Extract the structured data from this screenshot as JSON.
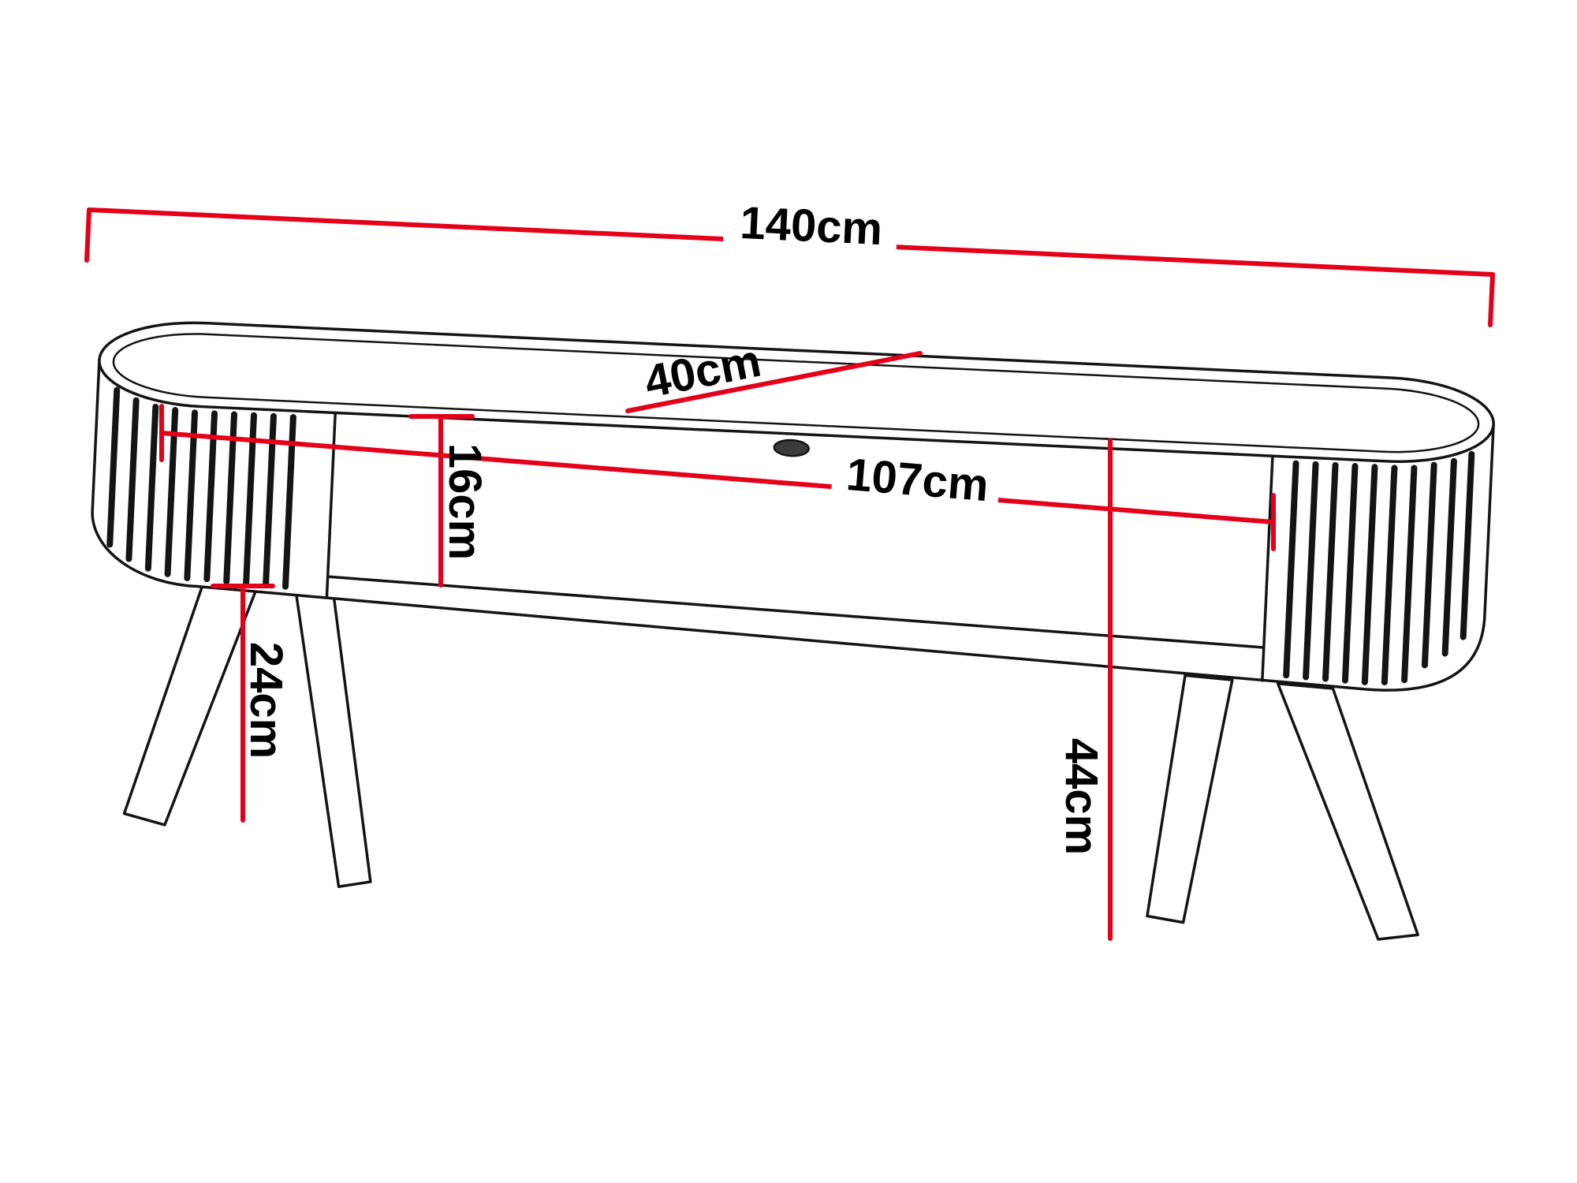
{
  "diagram": {
    "type": "furniture-dimension-drawing",
    "subject": "oval-tv-bench-with-slatted-ends-and-splayed-legs",
    "unit": "cm",
    "dimensions": {
      "overall_width": {
        "label": "140cm",
        "value": 140
      },
      "depth": {
        "label": "40cm",
        "value": 40
      },
      "shelf_width": {
        "label": "107cm",
        "value": 107
      },
      "shelf_opening_height": {
        "label": "16cm",
        "value": 16
      },
      "leg_height": {
        "label": "24cm",
        "value": 24
      },
      "overall_height": {
        "label": "44cm",
        "value": 44
      }
    },
    "colors": {
      "dimension_line": "#e50019",
      "outline": "#141414",
      "background": "#ffffff"
    }
  }
}
